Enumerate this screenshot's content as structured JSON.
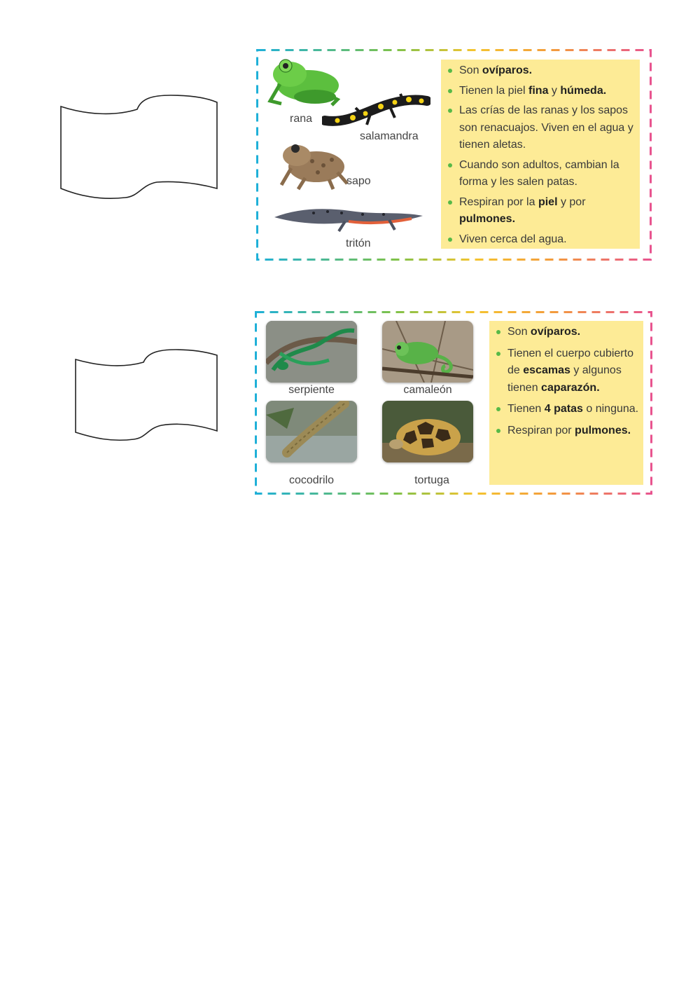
{
  "colors": {
    "border_gradient": [
      "#1fb0d8",
      "#7ec24a",
      "#f4c430",
      "#f39c3c",
      "#e8548f"
    ],
    "fact_background": "#fdeb96",
    "bullet": "#57b947"
  },
  "amphibians": {
    "title_banner": "",
    "animals": [
      {
        "name": "rana",
        "icon": "frog-icon"
      },
      {
        "name": "salamandra",
        "icon": "salamander-icon"
      },
      {
        "name": "sapo",
        "icon": "toad-icon"
      },
      {
        "name": "tritón",
        "icon": "newt-icon"
      }
    ],
    "facts": [
      {
        "text": "Son ",
        "bold": "ovíparos.",
        "after": ""
      },
      {
        "text": "Tienen la piel ",
        "bold": "fina",
        "after": " y ",
        "bold2": "húmeda."
      },
      {
        "text": "Las crías de las ranas y los sapos son renacuajos. Viven en el agua y tienen aletas.",
        "bold": "",
        "after": ""
      },
      {
        "text": "Cuando son adultos, cambian la forma y les salen patas.",
        "bold": "",
        "after": ""
      },
      {
        "text": "Respiran por la ",
        "bold": "piel",
        "after": " y por ",
        "bold2": "pulmones."
      },
      {
        "text": "Viven cerca del agua.",
        "bold": "",
        "after": ""
      }
    ]
  },
  "reptiles": {
    "title_banner": "",
    "animals": [
      {
        "name": "serpiente",
        "icon": "snake-icon"
      },
      {
        "name": "camaleón",
        "icon": "chameleon-icon"
      },
      {
        "name": "cocodrilo",
        "icon": "crocodile-icon"
      },
      {
        "name": "tortuga",
        "icon": "tortoise-icon"
      }
    ],
    "facts": [
      {
        "text": "Son ",
        "bold": "ovíparos.",
        "after": ""
      },
      {
        "text": "Tienen el cuerpo cubierto de ",
        "bold": "escamas",
        "after": " y algunos tienen ",
        "bold2": "caparazón."
      },
      {
        "text": "Tienen ",
        "bold": "4 patas",
        "after": " o ninguna."
      },
      {
        "text": "Respiran por ",
        "bold": "pulmones.",
        "after": ""
      }
    ]
  }
}
